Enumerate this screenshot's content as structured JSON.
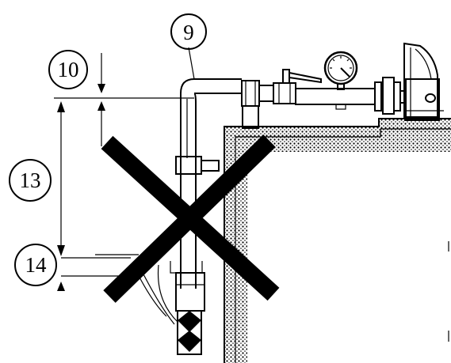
{
  "figure": {
    "callouts": [
      {
        "id": "callout-9",
        "text": "9"
      },
      {
        "id": "callout-10",
        "text": "10"
      },
      {
        "id": "callout-13",
        "text": "13"
      },
      {
        "id": "callout-14",
        "text": "14"
      }
    ],
    "crossed_out": true,
    "colors": {
      "ink": "#000000",
      "background": "#ffffff"
    }
  }
}
